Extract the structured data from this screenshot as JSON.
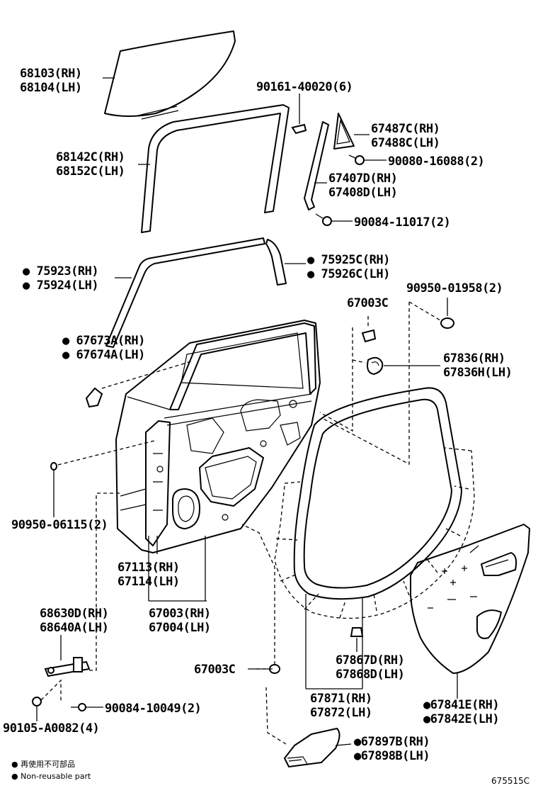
{
  "labels": {
    "glass_rh": "68103(RH)",
    "glass_lh": "68104(LH)",
    "run_rh": "68142C(RH)",
    "run_lh": "68152C(LH)",
    "bolt_a": "90161-40020(6)",
    "qtr_rh": "67487C(RH)",
    "qtr_lh": "67488C(LH)",
    "screw_a": "90080-16088(2)",
    "frame_rh": "67407D(RH)",
    "frame_lh": "67408D(LH)",
    "screw_b": "90084-11017(2)",
    "belt_in_rh": "75923(RH)",
    "belt_in_lh": "75924(LH)",
    "belt_out_rh": "75925C(RH)",
    "belt_out_lh": "75926C(LH)",
    "clip_top": "67003C",
    "plug_a": "90950-01958(2)",
    "cover_rh": "67673A(RH)",
    "cover_lh": "67674A(LH)",
    "hole_rh": "67836(RH)",
    "hole_lh": "67836H(LH)",
    "plug_b": "90950-06115(2)",
    "panel_rh": "67113(RH)",
    "panel_lh": "67114(LH)",
    "door_rh": "67003(RH)",
    "door_lh": "67004(LH)",
    "check_rh": "68630D(RH)",
    "check_lh": "68640A(LH)",
    "clip_bottom": "67003C",
    "wclip_rh": "67867D(RH)",
    "wclip_lh": "67868D(LH)",
    "bolt_b": "90084-10049(2)",
    "weather_rh": "67871(RH)",
    "weather_lh": "67872(LH)",
    "bolt_c": "90105-A0082(4)",
    "service_rh": "67841E(RH)",
    "service_lh": "67842E(LH)",
    "seal_rh": "67897B(RH)",
    "seal_lh": "67898B(LH)"
  },
  "legend": {
    "jp": "再使用不可部品",
    "en": "Non-reusable part"
  },
  "figure_code": "675515C"
}
